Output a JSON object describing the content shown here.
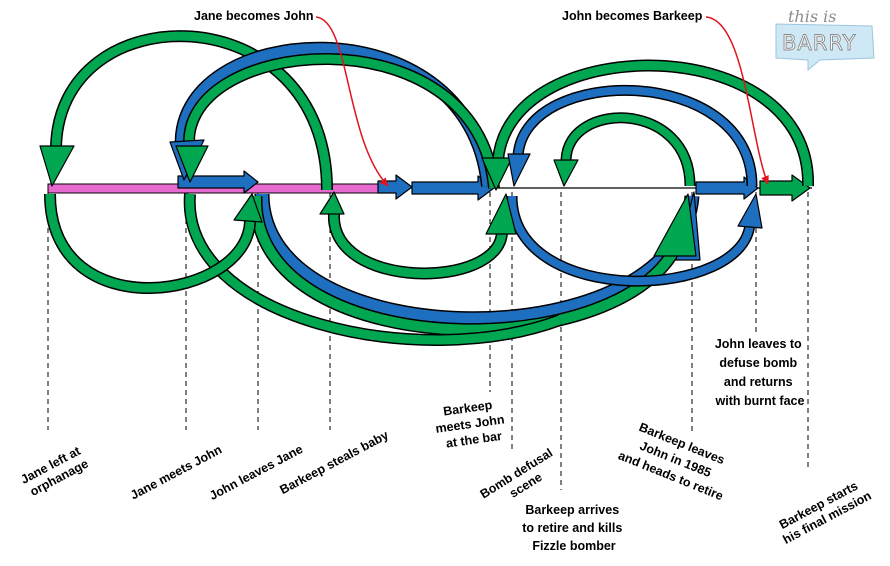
{
  "colors": {
    "green": "#00a650",
    "blue": "#1f6fc0",
    "pink": "#e86ad0",
    "red": "#e0141d",
    "outline": "#000000"
  },
  "logo": {
    "line1": "this is",
    "line2": "BARRY"
  },
  "callouts": {
    "jane_becomes_john": "Jane becomes John",
    "john_becomes_barkeep": "John becomes Barkeep"
  },
  "events": [
    {
      "id": "e1",
      "lines": [
        "Jane left at",
        "orphanage"
      ]
    },
    {
      "id": "e2",
      "lines": [
        "Jane meets John"
      ]
    },
    {
      "id": "e3",
      "lines": [
        "John leaves Jane"
      ]
    },
    {
      "id": "e4",
      "lines": [
        "Barkeep steals baby"
      ]
    },
    {
      "id": "e5",
      "lines": [
        "Barkeep",
        "meets John",
        "at the bar"
      ]
    },
    {
      "id": "e6",
      "lines": [
        "Bomb defusal",
        "scene"
      ]
    },
    {
      "id": "e7",
      "lines": [
        "Barkeep arrives",
        "to retire and kills",
        "Fizzle bomber"
      ]
    },
    {
      "id": "e8",
      "lines": [
        "Barkeep leaves",
        "John in 1985",
        "and heads to retire"
      ]
    },
    {
      "id": "e9",
      "lines": [
        "John leaves to",
        "defuse bomb",
        "and returns",
        "with burnt face"
      ]
    },
    {
      "id": "e10",
      "lines": [
        "Barkeep starts",
        "his final mission"
      ]
    }
  ]
}
